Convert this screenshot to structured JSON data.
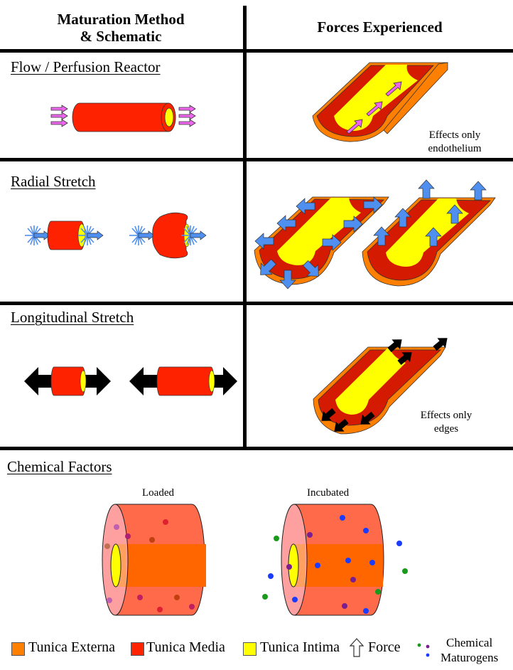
{
  "header": {
    "left_line1": "Maturation Method",
    "left_line2": "& Schematic",
    "right": "Forces Experienced"
  },
  "rows": [
    {
      "id": "flow",
      "title": "Flow / Perfusion Reactor",
      "force_note_line1": "Effects only",
      "force_note_line2": "endothelium",
      "force_arrow_color": "#ee66ee"
    },
    {
      "id": "radial",
      "title": "Radial Stretch",
      "force_arrow_color": "#4f8ff0"
    },
    {
      "id": "longitudinal",
      "title": "Longitudinal Stretch",
      "force_note_line1": "Effects only",
      "force_note_line2": "edges",
      "force_arrow_color": "#000000"
    }
  ],
  "chemical": {
    "title": "Chemical Factors",
    "loaded_label": "Loaded",
    "incubated_label": "Incubated"
  },
  "legend": {
    "items": [
      {
        "label": "Tunica Externa",
        "color": "#ff7f00"
      },
      {
        "label": "Tunica Media",
        "color": "#ff2200"
      },
      {
        "label": "Tunica Intima",
        "color": "#ffff00"
      },
      {
        "label": "Force",
        "icon": "hollow-up-arrow"
      }
    ],
    "maturogens_line1": "Chemical",
    "maturogens_line2": "Maturogens",
    "maturogen_colors": [
      "#1a9a1a",
      "#7a1f8f",
      "#1a3cff"
    ]
  },
  "colors": {
    "externa": "#ff7f00",
    "media": "#ff2200",
    "media_dark": "#d41a00",
    "intima": "#ffff00",
    "flow_arrow": "#ee66ee",
    "radial_arrow": "#4f8ff0",
    "stretch_arrow": "#000000"
  }
}
